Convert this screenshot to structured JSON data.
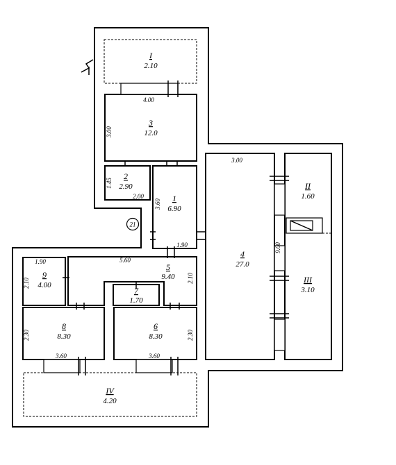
{
  "rooms": [
    {
      "id": "r1",
      "number": "1",
      "area": "6.90"
    },
    {
      "id": "r2",
      "number": "2",
      "area": "2.90"
    },
    {
      "id": "r3",
      "number": "3",
      "area": "12.0"
    },
    {
      "id": "r4",
      "number": "4",
      "area": "27.0"
    },
    {
      "id": "r5",
      "number": "5",
      "area": "9.40"
    },
    {
      "id": "r6",
      "number": "6",
      "area": "8.30"
    },
    {
      "id": "r7",
      "number": "7",
      "area": "1.70"
    },
    {
      "id": "r8",
      "number": "8",
      "area": "8.30"
    },
    {
      "id": "r9",
      "number": "9",
      "area": "4.00"
    },
    {
      "id": "rI",
      "number": "I",
      "area": "2.10"
    },
    {
      "id": "rII",
      "number": "II",
      "area": "1.60"
    },
    {
      "id": "rIII",
      "number": "III",
      "area": "3.10"
    },
    {
      "id": "rIV",
      "number": "IV",
      "area": "4.20"
    }
  ],
  "dimensions": {
    "d_400": "4.00",
    "d_300a": "3.00",
    "d_300b": "3.00",
    "d_145": "1.45",
    "d_200": "2.00",
    "d_360a": "3.60",
    "d_190a": "1.90",
    "d_190b": "1.90",
    "d_560": "5.60",
    "d_210a": "2.10",
    "d_210b": "2.10",
    "d_900": "9.00",
    "d_230a": "2.30",
    "d_230b": "2.30",
    "d_360b": "3.60",
    "d_360c": "3.60"
  },
  "marker": {
    "label": "21"
  }
}
